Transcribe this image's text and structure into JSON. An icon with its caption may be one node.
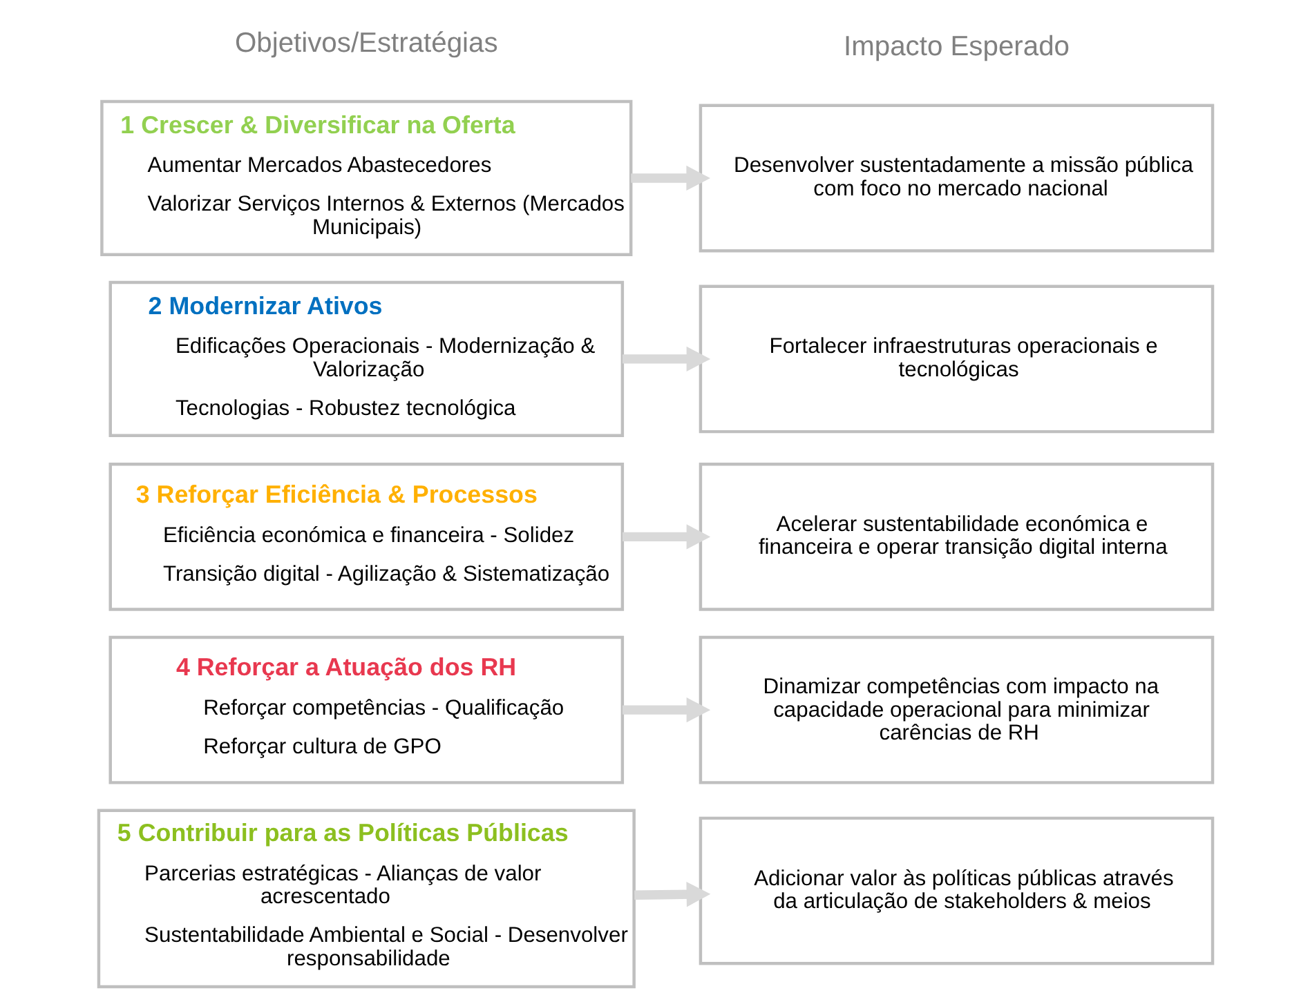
{
  "diagram": {
    "nodes": [
      {
        "text": [
          "1 Crescer & Diversificar na Oferta",
          "Aumentar Mercados Abastecedores",
          "Valorizar Serviços Internos & Externos (Mercados Municipais)"
        ]
      },
      {
        "text": [
          "Desenvolver sustentadamente a missão pública com foco no mercado nacional"
        ]
      },
      {
        "text": [
          "2 Modernizar Ativos",
          "Edificações Operacionais - Modernização & Valorização",
          "Tecnologias - Robustez tecnológica"
        ]
      },
      {
        "text": [
          "Fortalecer infraestruturas operacionais e tecnológicas"
        ]
      },
      {
        "text": [
          "3 Reforçar Eficiência & Processos",
          "Eficiência económica e financeira - Solidez",
          "Transição digital - Agilização & Sistematização"
        ]
      },
      {
        "text": [
          "Acelerar sustentabilidade económica e financeira e operar transição digital interna"
        ]
      },
      {
        "text": [
          "4 Reforçar a Atuação dos RH",
          "Reforçar competências - Qualificação",
          "Reforçar cultura de GPO"
        ]
      },
      {
        "text": [
          "Dinamizar competências com impacto na capacidade operacional para minimizar carências de RH"
        ]
      },
      {
        "text": [
          "5 Contribuir para as Políticas Públicas",
          "Parcerias estratégicas - Alianças de valor acrescentado",
          "Sustentabilidade Ambiental e Social - Desenvolver responsabilidade"
        ]
      },
      {
        "text": [
          "Adicionar valor às políticas públicas através da articulação de stakeholders & meios"
        ]
      }
    ],
    "edges": [
      {
        "from": 0,
        "to": 1,
        "arrow": "to"
      },
      {
        "from": 2,
        "to": 3,
        "arrow": "to"
      },
      {
        "from": 4,
        "to": 5,
        "arrow": "to"
      },
      {
        "from": 6,
        "to": 7,
        "arrow": "to"
      },
      {
        "from": 8,
        "to": 9,
        "arrow": "to"
      }
    ],
    "labels": [
      "Objetivos/Estratégias",
      "Impacto Esperado"
    ]
  }
}
